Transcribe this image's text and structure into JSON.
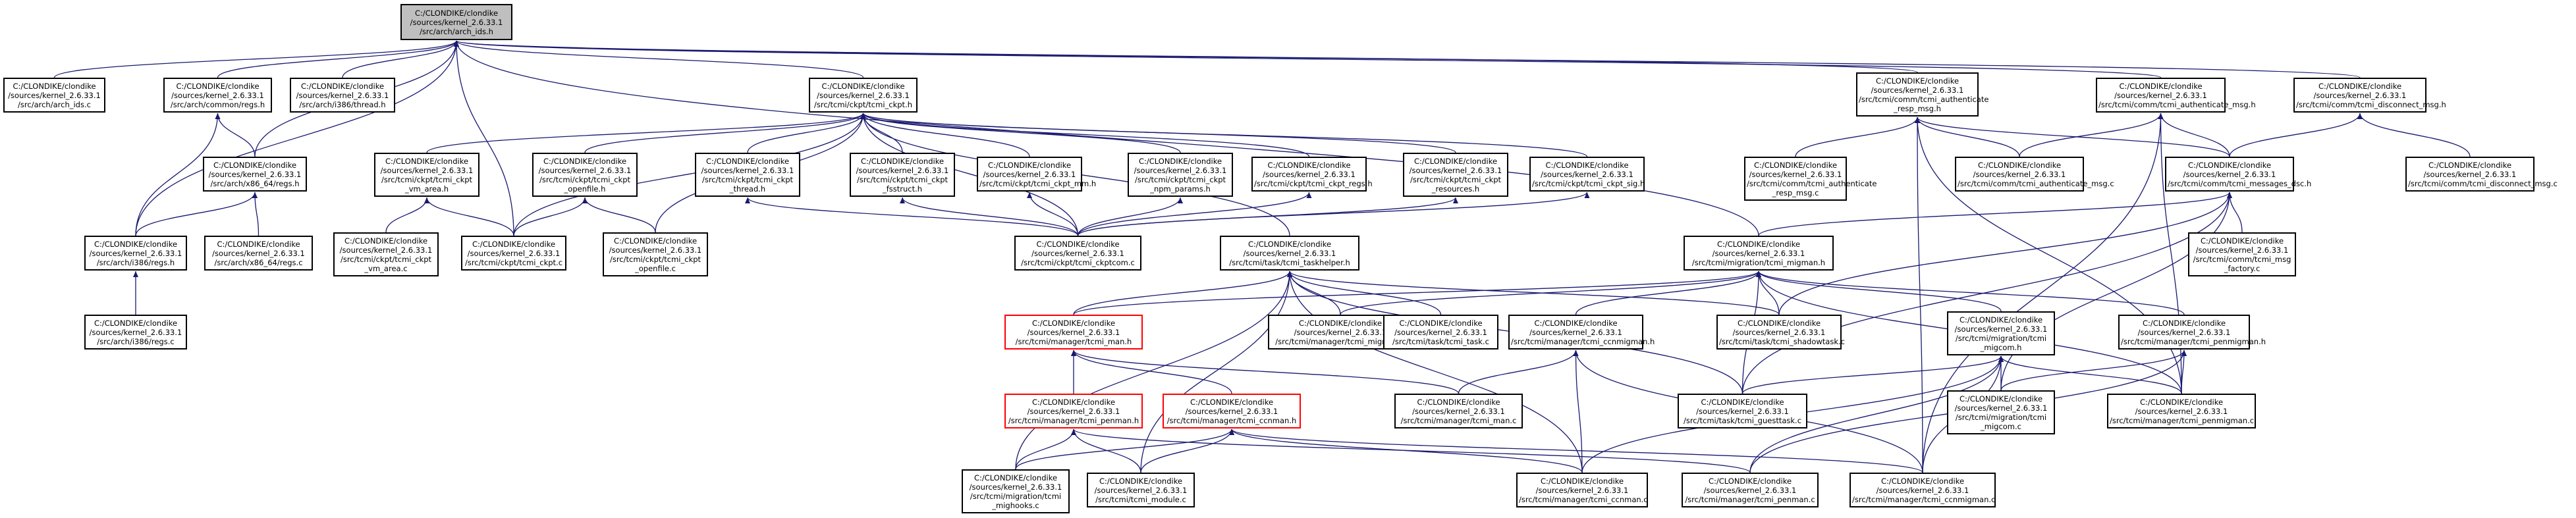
{
  "diagram": {
    "colors": {
      "node_border": "#000000",
      "root_fill": "#bfbfbf",
      "highlight_border": "#ff0000",
      "edge": "#191970"
    },
    "nodes": [
      {
        "id": "n0",
        "lines": [
          "C:/CLONDIKE/clondike",
          "/sources/kernel_2.6.33.1",
          "/src/arch/arch_ids.h"
        ],
        "root": true
      },
      {
        "id": "n1",
        "lines": [
          "C:/CLONDIKE/clondike",
          "/sources/kernel_2.6.33.1",
          "/src/arch/arch_ids.c"
        ]
      },
      {
        "id": "n2",
        "lines": [
          "C:/CLONDIKE/clondike",
          "/sources/kernel_2.6.33.1",
          "/src/arch/common/regs.h"
        ]
      },
      {
        "id": "n3",
        "lines": [
          "C:/CLONDIKE/clondike",
          "/sources/kernel_2.6.33.1",
          "/src/arch/i386/thread.h"
        ]
      },
      {
        "id": "n4",
        "lines": [
          "C:/CLONDIKE/clondike",
          "/sources/kernel_2.6.33.1",
          "/src/tcmi/ckpt/tcmi_ckpt.h"
        ]
      },
      {
        "id": "n5",
        "lines": [
          "C:/CLONDIKE/clondike",
          "/sources/kernel_2.6.33.1",
          "/src/tcmi/comm/tcmi_authenticate",
          "_resp_msg.h"
        ]
      },
      {
        "id": "n6",
        "lines": [
          "C:/CLONDIKE/clondike",
          "/sources/kernel_2.6.33.1",
          "/src/tcmi/comm/tcmi_authenticate_msg.h"
        ]
      },
      {
        "id": "n7",
        "lines": [
          "C:/CLONDIKE/clondike",
          "/sources/kernel_2.6.33.1",
          "/src/tcmi/comm/tcmi_disconnect_msg.h"
        ]
      },
      {
        "id": "n8",
        "lines": [
          "C:/CLONDIKE/clondike",
          "/sources/kernel_2.6.33.1",
          "/src/arch/x86_64/regs.h"
        ]
      },
      {
        "id": "n9",
        "lines": [
          "C:/CLONDIKE/clondike",
          "/sources/kernel_2.6.33.1",
          "/src/tcmi/ckpt/tcmi_ckpt",
          "_vm_area.h"
        ]
      },
      {
        "id": "n10",
        "lines": [
          "C:/CLONDIKE/clondike",
          "/sources/kernel_2.6.33.1",
          "/src/tcmi/ckpt/tcmi_ckpt",
          "_openfile.h"
        ]
      },
      {
        "id": "n11",
        "lines": [
          "C:/CLONDIKE/clondike",
          "/sources/kernel_2.6.33.1",
          "/src/tcmi/ckpt/tcmi_ckpt",
          "_thread.h"
        ]
      },
      {
        "id": "n12",
        "lines": [
          "C:/CLONDIKE/clondike",
          "/sources/kernel_2.6.33.1",
          "/src/tcmi/ckpt/tcmi_ckpt",
          "_fsstruct.h"
        ]
      },
      {
        "id": "n13",
        "lines": [
          "C:/CLONDIKE/clondike",
          "/sources/kernel_2.6.33.1",
          "/src/tcmi/ckpt/tcmi_ckpt_mm.h"
        ]
      },
      {
        "id": "n14",
        "lines": [
          "C:/CLONDIKE/clondike",
          "/sources/kernel_2.6.33.1",
          "/src/tcmi/ckpt/tcmi_ckpt",
          "_npm_params.h"
        ]
      },
      {
        "id": "n15",
        "lines": [
          "C:/CLONDIKE/clondike",
          "/sources/kernel_2.6.33.1",
          "/src/tcmi/ckpt/tcmi_ckpt_regs.h"
        ]
      },
      {
        "id": "n16",
        "lines": [
          "C:/CLONDIKE/clondike",
          "/sources/kernel_2.6.33.1",
          "/src/tcmi/ckpt/tcmi_ckpt",
          "_resources.h"
        ]
      },
      {
        "id": "n17",
        "lines": [
          "C:/CLONDIKE/clondike",
          "/sources/kernel_2.6.33.1",
          "/src/tcmi/ckpt/tcmi_ckpt_sig.h"
        ]
      },
      {
        "id": "n18",
        "lines": [
          "C:/CLONDIKE/clondike",
          "/sources/kernel_2.6.33.1",
          "/src/tcmi/comm/tcmi_authenticate",
          "_resp_msg.c"
        ]
      },
      {
        "id": "n19",
        "lines": [
          "C:/CLONDIKE/clondike",
          "/sources/kernel_2.6.33.1",
          "/src/tcmi/comm/tcmi_authenticate_msg.c"
        ]
      },
      {
        "id": "n20",
        "lines": [
          "C:/CLONDIKE/clondike",
          "/sources/kernel_2.6.33.1",
          "/src/tcmi/comm/tcmi_messages_dsc.h"
        ]
      },
      {
        "id": "n21",
        "lines": [
          "C:/CLONDIKE/clondike",
          "/sources/kernel_2.6.33.1",
          "/src/tcmi/comm/tcmi_disconnect_msg.c"
        ]
      },
      {
        "id": "n22",
        "lines": [
          "C:/CLONDIKE/clondike",
          "/sources/kernel_2.6.33.1",
          "/src/arch/i386/regs.h"
        ]
      },
      {
        "id": "n23",
        "lines": [
          "C:/CLONDIKE/clondike",
          "/sources/kernel_2.6.33.1",
          "/src/arch/x86_64/regs.c"
        ]
      },
      {
        "id": "n24",
        "lines": [
          "C:/CLONDIKE/clondike",
          "/sources/kernel_2.6.33.1",
          "/src/tcmi/ckpt/tcmi_ckpt",
          "_vm_area.c"
        ]
      },
      {
        "id": "n25",
        "lines": [
          "C:/CLONDIKE/clondike",
          "/sources/kernel_2.6.33.1",
          "/src/tcmi/ckpt/tcmi_ckpt.c"
        ]
      },
      {
        "id": "n26",
        "lines": [
          "C:/CLONDIKE/clondike",
          "/sources/kernel_2.6.33.1",
          "/src/tcmi/ckpt/tcmi_ckpt",
          "_openfile.c"
        ]
      },
      {
        "id": "n27",
        "lines": [
          "C:/CLONDIKE/clondike",
          "/sources/kernel_2.6.33.1",
          "/src/tcmi/ckpt/tcmi_ckptcom.c"
        ]
      },
      {
        "id": "n28",
        "lines": [
          "C:/CLONDIKE/clondike",
          "/sources/kernel_2.6.33.1",
          "/src/tcmi/task/tcmi_taskhelper.h"
        ]
      },
      {
        "id": "n29",
        "lines": [
          "C:/CLONDIKE/clondike",
          "/sources/kernel_2.6.33.1",
          "/src/tcmi/migration/tcmi_migman.h"
        ]
      },
      {
        "id": "n30",
        "lines": [
          "C:/CLONDIKE/clondike",
          "/sources/kernel_2.6.33.1",
          "/src/tcmi/comm/tcmi_msg",
          "_factory.c"
        ]
      },
      {
        "id": "n31",
        "lines": [
          "C:/CLONDIKE/clondike",
          "/sources/kernel_2.6.33.1",
          "/src/arch/i386/regs.c"
        ]
      },
      {
        "id": "n32",
        "lines": [
          "C:/CLONDIKE/clondike",
          "/sources/kernel_2.6.33.1",
          "/src/tcmi/manager/tcmi_man.h"
        ],
        "hl": true
      },
      {
        "id": "n33",
        "lines": [
          "C:/CLONDIKE/clondike",
          "/sources/kernel_2.6.33.1",
          "/src/tcmi/manager/tcmi_migman.c"
        ]
      },
      {
        "id": "n34",
        "lines": [
          "C:/CLONDIKE/clondike",
          "/sources/kernel_2.6.33.1",
          "/src/tcmi/task/tcmi_task.c"
        ]
      },
      {
        "id": "n35",
        "lines": [
          "C:/CLONDIKE/clondike",
          "/sources/kernel_2.6.33.1",
          "/src/tcmi/manager/tcmi_ccnmigman.h"
        ]
      },
      {
        "id": "n36",
        "lines": [
          "C:/CLONDIKE/clondike",
          "/sources/kernel_2.6.33.1",
          "/src/tcmi/task/tcmi_shadowtask.c"
        ]
      },
      {
        "id": "n37",
        "lines": [
          "C:/CLONDIKE/clondike",
          "/sources/kernel_2.6.33.1",
          "/src/tcmi/migration/tcmi",
          "_migcom.h"
        ]
      },
      {
        "id": "n38",
        "lines": [
          "C:/CLONDIKE/clondike",
          "/sources/kernel_2.6.33.1",
          "/src/tcmi/manager/tcmi_penmigman.h"
        ]
      },
      {
        "id": "n39",
        "lines": [
          "C:/CLONDIKE/clondike",
          "/sources/kernel_2.6.33.1",
          "/src/tcmi/manager/tcmi_penman.h"
        ],
        "hl": true
      },
      {
        "id": "n40",
        "lines": [
          "C:/CLONDIKE/clondike",
          "/sources/kernel_2.6.33.1",
          "/src/tcmi/manager/tcmi_ccnman.h"
        ],
        "hl": true
      },
      {
        "id": "n41",
        "lines": [
          "C:/CLONDIKE/clondike",
          "/sources/kernel_2.6.33.1",
          "/src/tcmi/manager/tcmi_man.c"
        ]
      },
      {
        "id": "n42",
        "lines": [
          "C:/CLONDIKE/clondike",
          "/sources/kernel_2.6.33.1",
          "/src/tcmi/task/tcmi_guesttask.c"
        ]
      },
      {
        "id": "n43",
        "lines": [
          "C:/CLONDIKE/clondike",
          "/sources/kernel_2.6.33.1",
          "/src/tcmi/migration/tcmi",
          "_migcom.c"
        ]
      },
      {
        "id": "n44",
        "lines": [
          "C:/CLONDIKE/clondike",
          "/sources/kernel_2.6.33.1",
          "/src/tcmi/manager/tcmi_penmigman.c"
        ]
      },
      {
        "id": "n45",
        "lines": [
          "C:/CLONDIKE/clondike",
          "/sources/kernel_2.6.33.1",
          "/src/tcmi/migration/tcmi",
          "_mighooks.c"
        ]
      },
      {
        "id": "n46",
        "lines": [
          "C:/CLONDIKE/clondike",
          "/sources/kernel_2.6.33.1",
          "/src/tcmi/tcmi_module.c"
        ]
      },
      {
        "id": "n47",
        "lines": [
          "C:/CLONDIKE/clondike",
          "/sources/kernel_2.6.33.1",
          "/src/tcmi/manager/tcmi_ccnman.c"
        ]
      },
      {
        "id": "n48",
        "lines": [
          "C:/CLONDIKE/clondike",
          "/sources/kernel_2.6.33.1",
          "/src/tcmi/manager/tcmi_penman.c"
        ]
      },
      {
        "id": "n49",
        "lines": [
          "C:/CLONDIKE/clondike",
          "/sources/kernel_2.6.33.1",
          "/src/tcmi/manager/tcmi_ccnmigman.c"
        ]
      }
    ],
    "edges": [
      [
        "n0",
        "n1"
      ],
      [
        "n0",
        "n2"
      ],
      [
        "n0",
        "n3"
      ],
      [
        "n0",
        "n4"
      ],
      [
        "n0",
        "n5"
      ],
      [
        "n0",
        "n6"
      ],
      [
        "n0",
        "n7"
      ],
      [
        "n0",
        "n8"
      ],
      [
        "n0",
        "n22"
      ],
      [
        "n0",
        "n25"
      ],
      [
        "n0",
        "n29"
      ],
      [
        "n2",
        "n8"
      ],
      [
        "n2",
        "n22"
      ],
      [
        "n8",
        "n22"
      ],
      [
        "n8",
        "n23"
      ],
      [
        "n22",
        "n31"
      ],
      [
        "n4",
        "n9"
      ],
      [
        "n4",
        "n10"
      ],
      [
        "n4",
        "n11"
      ],
      [
        "n4",
        "n12"
      ],
      [
        "n4",
        "n13"
      ],
      [
        "n4",
        "n14"
      ],
      [
        "n4",
        "n15"
      ],
      [
        "n4",
        "n16"
      ],
      [
        "n4",
        "n17"
      ],
      [
        "n4",
        "n25"
      ],
      [
        "n4",
        "n26"
      ],
      [
        "n4",
        "n27"
      ],
      [
        "n4",
        "n28"
      ],
      [
        "n9",
        "n24"
      ],
      [
        "n9",
        "n25"
      ],
      [
        "n10",
        "n25"
      ],
      [
        "n10",
        "n26"
      ],
      [
        "n11",
        "n27"
      ],
      [
        "n12",
        "n27"
      ],
      [
        "n13",
        "n27"
      ],
      [
        "n14",
        "n27"
      ],
      [
        "n15",
        "n27"
      ],
      [
        "n16",
        "n27"
      ],
      [
        "n17",
        "n27"
      ],
      [
        "n5",
        "n18"
      ],
      [
        "n5",
        "n19"
      ],
      [
        "n5",
        "n20"
      ],
      [
        "n5",
        "n44"
      ],
      [
        "n5",
        "n49"
      ],
      [
        "n6",
        "n19"
      ],
      [
        "n6",
        "n20"
      ],
      [
        "n6",
        "n44"
      ],
      [
        "n6",
        "n49"
      ],
      [
        "n7",
        "n20"
      ],
      [
        "n7",
        "n21"
      ],
      [
        "n20",
        "n29"
      ],
      [
        "n20",
        "n30"
      ],
      [
        "n20",
        "n36"
      ],
      [
        "n20",
        "n42"
      ],
      [
        "n20",
        "n43"
      ],
      [
        "n28",
        "n32"
      ],
      [
        "n28",
        "n33"
      ],
      [
        "n28",
        "n34"
      ],
      [
        "n28",
        "n36"
      ],
      [
        "n28",
        "n42"
      ],
      [
        "n28",
        "n45"
      ],
      [
        "n28",
        "n46"
      ],
      [
        "n28",
        "n47"
      ],
      [
        "n29",
        "n32"
      ],
      [
        "n29",
        "n33"
      ],
      [
        "n29",
        "n35"
      ],
      [
        "n29",
        "n36"
      ],
      [
        "n29",
        "n37"
      ],
      [
        "n29",
        "n38"
      ],
      [
        "n29",
        "n42"
      ],
      [
        "n29",
        "n44"
      ],
      [
        "n32",
        "n39"
      ],
      [
        "n32",
        "n40"
      ],
      [
        "n32",
        "n41"
      ],
      [
        "n35",
        "n41"
      ],
      [
        "n35",
        "n47"
      ],
      [
        "n35",
        "n49"
      ],
      [
        "n37",
        "n42"
      ],
      [
        "n37",
        "n43"
      ],
      [
        "n37",
        "n44"
      ],
      [
        "n37",
        "n47"
      ],
      [
        "n37",
        "n48"
      ],
      [
        "n37",
        "n49"
      ],
      [
        "n38",
        "n43"
      ],
      [
        "n38",
        "n44"
      ],
      [
        "n38",
        "n48"
      ],
      [
        "n39",
        "n45"
      ],
      [
        "n39",
        "n46"
      ],
      [
        "n39",
        "n48"
      ],
      [
        "n40",
        "n45"
      ],
      [
        "n40",
        "n46"
      ],
      [
        "n40",
        "n47"
      ],
      [
        "n40",
        "n49"
      ]
    ]
  }
}
